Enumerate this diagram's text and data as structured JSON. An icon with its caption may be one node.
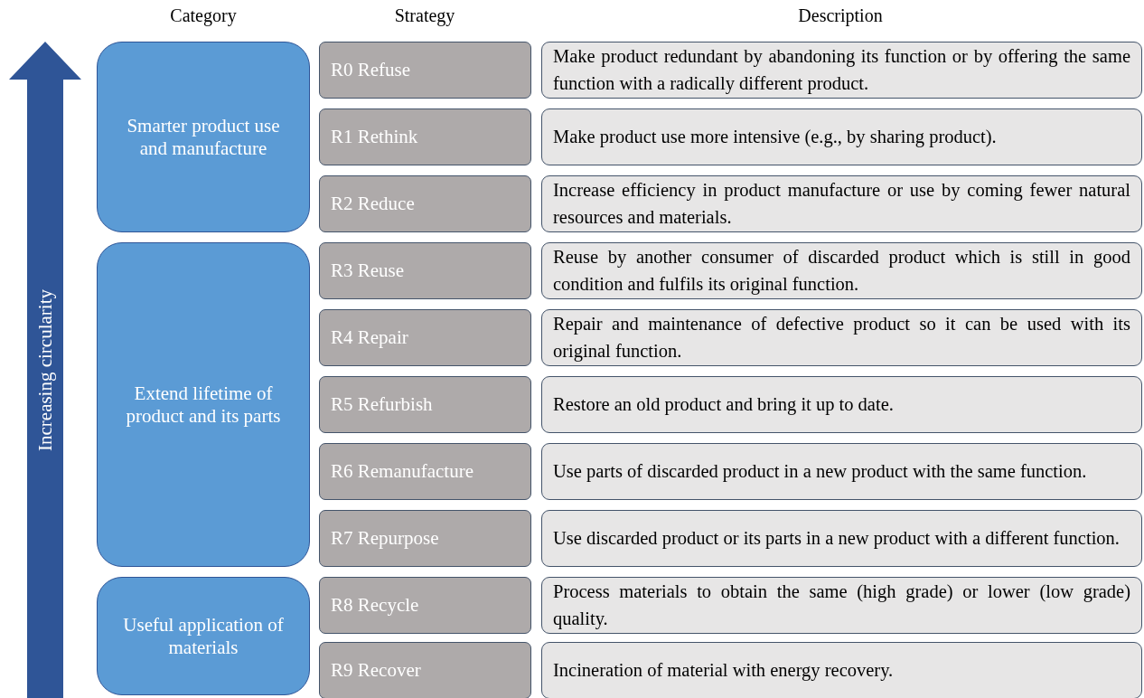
{
  "diagram": {
    "nodes": [
      {
        "text": [
          "Increasing circularity"
        ]
      },
      {
        "text": [
          "Smarter product use and manufacture"
        ]
      },
      {
        "text": [
          "R0 Refuse"
        ]
      },
      {
        "text": [
          "Make product redundant by abandoning its function or by offering the same function with a radically different product."
        ]
      },
      {
        "text": [
          "R1 Rethink"
        ]
      },
      {
        "text": [
          "Make product use more intensive (e.g., by sharing product)."
        ]
      },
      {
        "text": [
          "R2 Reduce"
        ]
      },
      {
        "text": [
          "Increase efficiency in product manufacture or use by coming fewer natural resources and materials."
        ]
      },
      {
        "text": [
          "Extend lifetime of product and its parts"
        ]
      },
      {
        "text": [
          "R3 Reuse"
        ]
      },
      {
        "text": [
          "Reuse by another consumer of discarded product which is still in good condition and fulfils its original function."
        ]
      },
      {
        "text": [
          "R4 Repair"
        ]
      },
      {
        "text": [
          "Repair and maintenance of defective product so it can be used with its original function."
        ]
      },
      {
        "text": [
          "R5 Refurbish"
        ]
      },
      {
        "text": [
          "Restore an old product and bring it up to date."
        ]
      },
      {
        "text": [
          "R6 Remanufacture"
        ]
      },
      {
        "text": [
          "Use parts of discarded product in a new product with the same function."
        ]
      },
      {
        "text": [
          "R7 Repurpose"
        ]
      },
      {
        "text": [
          "Use discarded product or its parts in a new product with a different function."
        ]
      },
      {
        "text": [
          "Useful application of materials"
        ]
      },
      {
        "text": [
          "R8 Recycle"
        ]
      },
      {
        "text": [
          "Process materials to obtain the same (high grade) or lower (low grade) quality."
        ]
      },
      {
        "text": [
          "R9 Recover"
        ]
      },
      {
        "text": [
          "Incineration of material with energy recovery."
        ]
      }
    ],
    "labels": [
      "Category",
      "Strategy",
      "Description"
    ]
  }
}
